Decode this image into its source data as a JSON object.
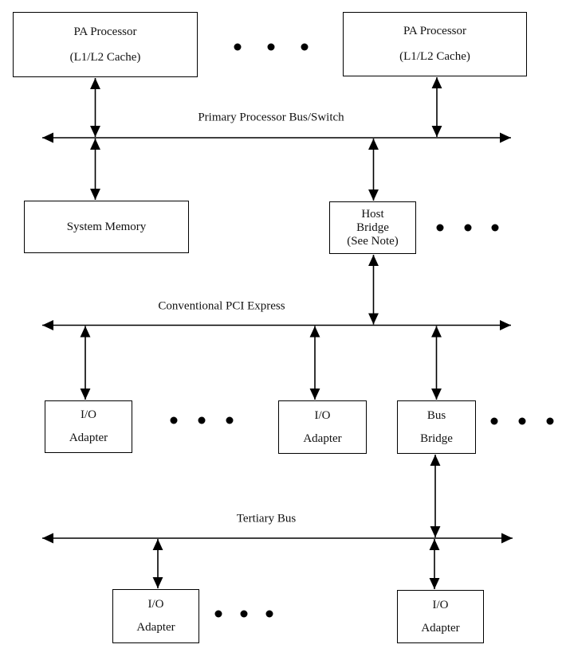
{
  "diagram": {
    "bus_labels": {
      "primary": "Primary Processor Bus/Switch",
      "pci_express": "Conventional PCI Express",
      "tertiary": "Tertiary Bus"
    },
    "nodes": {
      "pa_left": {
        "line1": "PA Processor",
        "line2": "(L1/L2 Cache)"
      },
      "pa_right": {
        "line1": "PA Processor",
        "line2": "(L1/L2 Cache)"
      },
      "system_memory": {
        "line1": "System Memory"
      },
      "host_bridge": {
        "line1": "Host",
        "line2": "Bridge",
        "line3": "(See Note)"
      },
      "io_adapter_pci_1": {
        "line1": "I/O",
        "line2": "Adapter"
      },
      "io_adapter_pci_2": {
        "line1": "I/O",
        "line2": "Adapter"
      },
      "bus_bridge": {
        "line1": "Bus",
        "line2": "Bridge"
      },
      "io_adapter_tertiary_1": {
        "line1": "I/O",
        "line2": "Adapter"
      },
      "io_adapter_tertiary_2": {
        "line1": "I/O",
        "line2": "Adapter"
      }
    },
    "colors": {
      "line": "#000000",
      "background": "#ffffff",
      "text": "#111111"
    }
  }
}
